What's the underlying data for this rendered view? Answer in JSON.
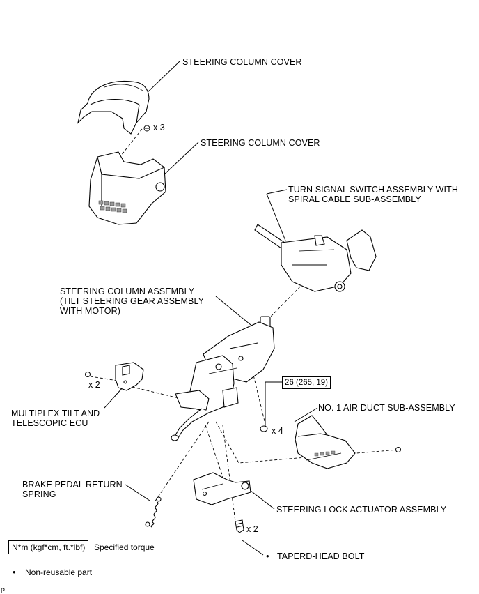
{
  "labels": {
    "upper_cover": "STEERING COLUMN COVER",
    "lower_cover": "STEERING COLUMN COVER",
    "turn_signal": [
      "TURN SIGNAL SWITCH ASSEMBLY WITH",
      "SPIRAL CABLE SUB-ASSEMBLY"
    ],
    "column_assembly": [
      "STEERING COLUMN ASSEMBLY",
      "(TILT STEERING GEAR ASSEMBLY",
      "WITH MOTOR)"
    ],
    "ecu": [
      "MULTIPLEX TILT AND",
      "TELESCOPIC ECU"
    ],
    "air_duct": "NO. 1 AIR DUCT SUB-ASSEMBLY",
    "brake_spring": [
      "BRAKE PEDAL RETURN",
      "SPRING"
    ],
    "lock_actuator": "STEERING LOCK ACTUATOR ASSEMBLY",
    "tapered_bolt": "TAPERD-HEAD BOLT"
  },
  "quantities": {
    "cover_screws": "x 3",
    "ecu_screws": "x 2",
    "column_nuts": "x 4",
    "actuator_bolts": "x 2"
  },
  "torque": "26 (265, 19)",
  "legend": {
    "unit_box": "N*m (kgf*cm, ft.*lbf)",
    "unit_text": "Specified torque",
    "bullet": "•",
    "non_reusable": "Non-reusable part"
  },
  "corner_mark": "P"
}
